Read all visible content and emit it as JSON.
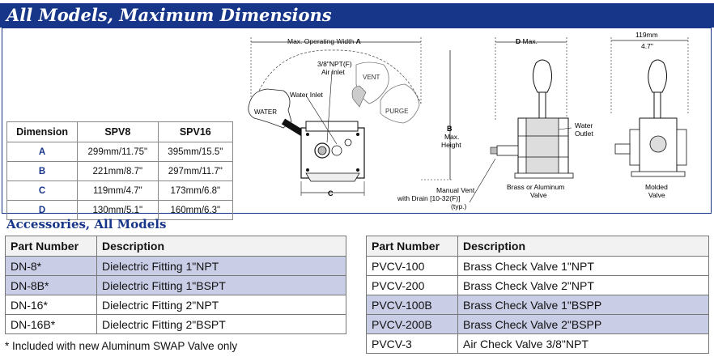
{
  "header": {
    "title": "All Models, Maximum Dimensions"
  },
  "diagram": {
    "max_width_label": "Max. Operating Width",
    "max_width_letter": "A",
    "npt_label_line1": "3/8\"NPT(F)",
    "npt_label_line2": "Air Inlet",
    "water_inlet_label": "Water Inlet",
    "handle_water": "WATER",
    "handle_vent": "VENT",
    "handle_purge": "PURGE",
    "height_letter": "B",
    "height_line1": "Max.",
    "height_line2": "Height",
    "width_c_letter": "C",
    "d_max_letter": "D",
    "d_max_suffix": "Max.",
    "water_outlet_line1": "Water",
    "water_outlet_line2": "Outlet",
    "manual_vent_line1": "Manual Vent",
    "manual_vent_line2": "with Drain [10-32(F)]",
    "manual_vent_line3": "(typ.)",
    "brass_line1": "Brass or Aluminum",
    "brass_line2": "Valve",
    "dim_119_mm": "119mm",
    "dim_119_in": "4.7\"",
    "molded_line1": "Molded",
    "molded_line2": "Valve"
  },
  "dimensions_table": {
    "headers": [
      "Dimension",
      "SPV8",
      "SPV16"
    ],
    "rows": [
      [
        "A",
        "299mm/11.75\"",
        "395mm/15.5\""
      ],
      [
        "B",
        "221mm/8.7\"",
        "297mm/11.7\""
      ],
      [
        "C",
        "119mm/4.7\"",
        "173mm/6.8\""
      ],
      [
        "D",
        "130mm/5.1\"",
        "160mm/6.3\""
      ]
    ]
  },
  "accessories": {
    "title": "Accessories, All Models",
    "left_headers": [
      "Part Number",
      "Description"
    ],
    "left_rows": [
      [
        "DN-8*",
        "Dielectric Fitting 1\"NPT"
      ],
      [
        "DN-8B*",
        "Dielectric Fitting 1\"BSPT"
      ],
      [
        "DN-16*",
        "Dielectric Fitting 2\"NPT"
      ],
      [
        "DN-16B*",
        "Dielectric Fitting 2\"BSPT"
      ]
    ],
    "right_headers": [
      "Part Number",
      "Description"
    ],
    "right_rows": [
      [
        "PVCV-100",
        "Brass Check Valve 1\"NPT"
      ],
      [
        "PVCV-200",
        "Brass Check Valve 2\"NPT"
      ],
      [
        "PVCV-100B",
        "Brass Check Valve 1\"BSPP"
      ],
      [
        "PVCV-200B",
        "Brass Check Valve 2\"BSPP"
      ],
      [
        "PVCV-3",
        "Air Check Valve 3/8\"NPT"
      ]
    ],
    "footnote": "* Included with new Aluminum SWAP Valve only"
  },
  "colors": {
    "brand_blue": "#17368a",
    "row_highlight": "#c9cde6"
  }
}
